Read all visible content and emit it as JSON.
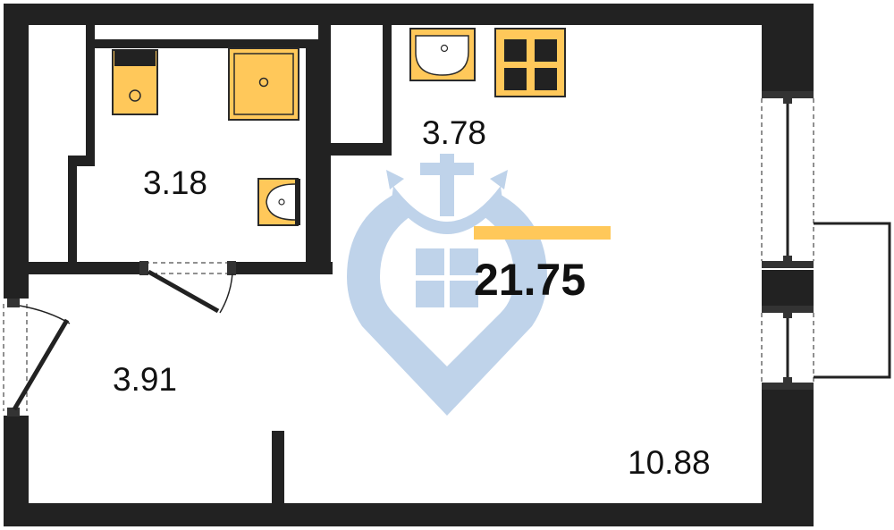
{
  "plan": {
    "total_area": "21.75",
    "rooms": [
      {
        "id": "bathroom",
        "area": "3.18"
      },
      {
        "id": "kitchen",
        "area": "3.78"
      },
      {
        "id": "hallway",
        "area": "3.91"
      },
      {
        "id": "living-room",
        "area": "10.88"
      }
    ]
  },
  "colors": {
    "wall": "#222222",
    "fixture_fill": "#FFC85A",
    "fixture_stroke": "#2A2A2A",
    "accent_bar": "#FFC85A",
    "watermark": "#BFD3EA",
    "background": "#FFFFFF"
  },
  "icons": [
    "toilet-icon",
    "shower-tray-icon",
    "sink-icon",
    "kitchen-sink-icon",
    "stove-icon",
    "anchor-logo-icon"
  ]
}
